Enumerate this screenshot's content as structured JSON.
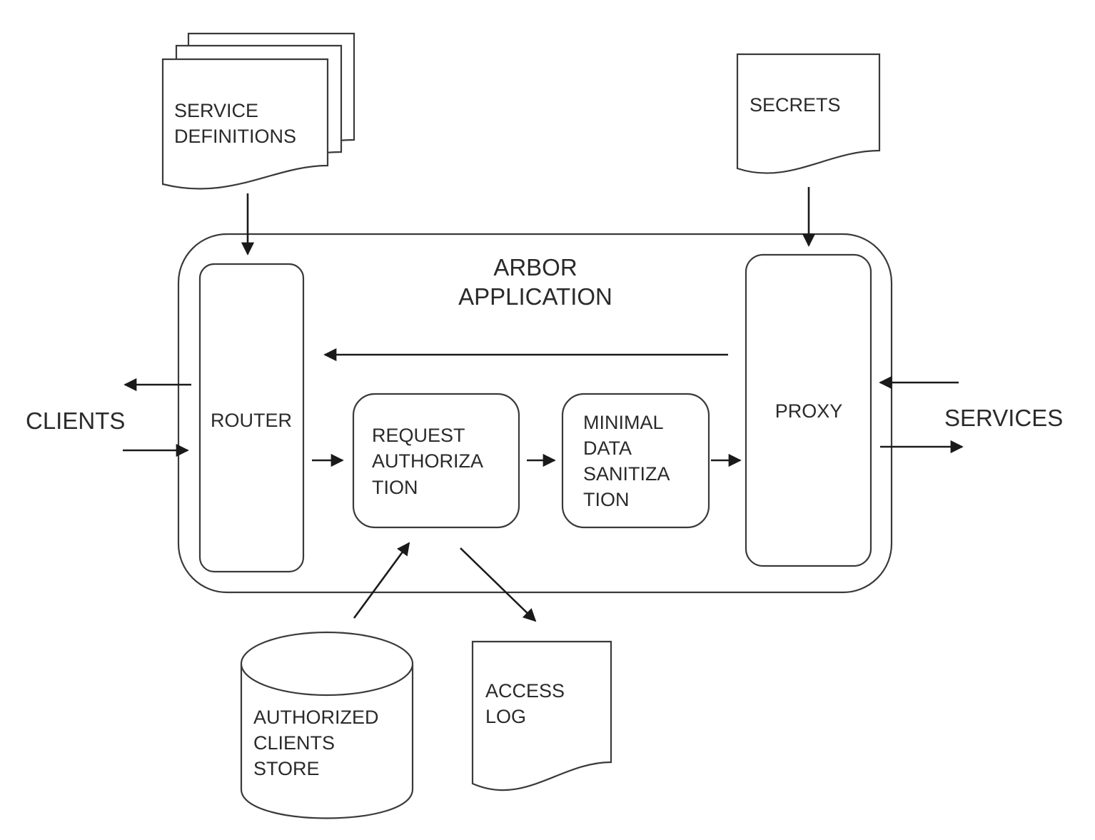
{
  "diagram": {
    "documents": {
      "service_definitions": [
        "SERVICE",
        "DEFINITIONS"
      ],
      "secrets": [
        "SECRETS"
      ],
      "access_log": [
        "ACCESS",
        "LOG"
      ]
    },
    "application": [
      "ARBOR",
      "APPLICATION"
    ],
    "components": {
      "router": "ROUTER",
      "request_authorization": [
        "REQUEST",
        "AUTHORIZA",
        "TION"
      ],
      "minimal_data_sanitization": [
        "MINIMAL",
        "DATA",
        "SANITIZA",
        "TION"
      ],
      "proxy": "PROXY"
    },
    "store": [
      "AUTHORIZED",
      "CLIENTS",
      "STORE"
    ],
    "external": {
      "clients": "CLIENTS",
      "services": "SERVICES"
    }
  }
}
